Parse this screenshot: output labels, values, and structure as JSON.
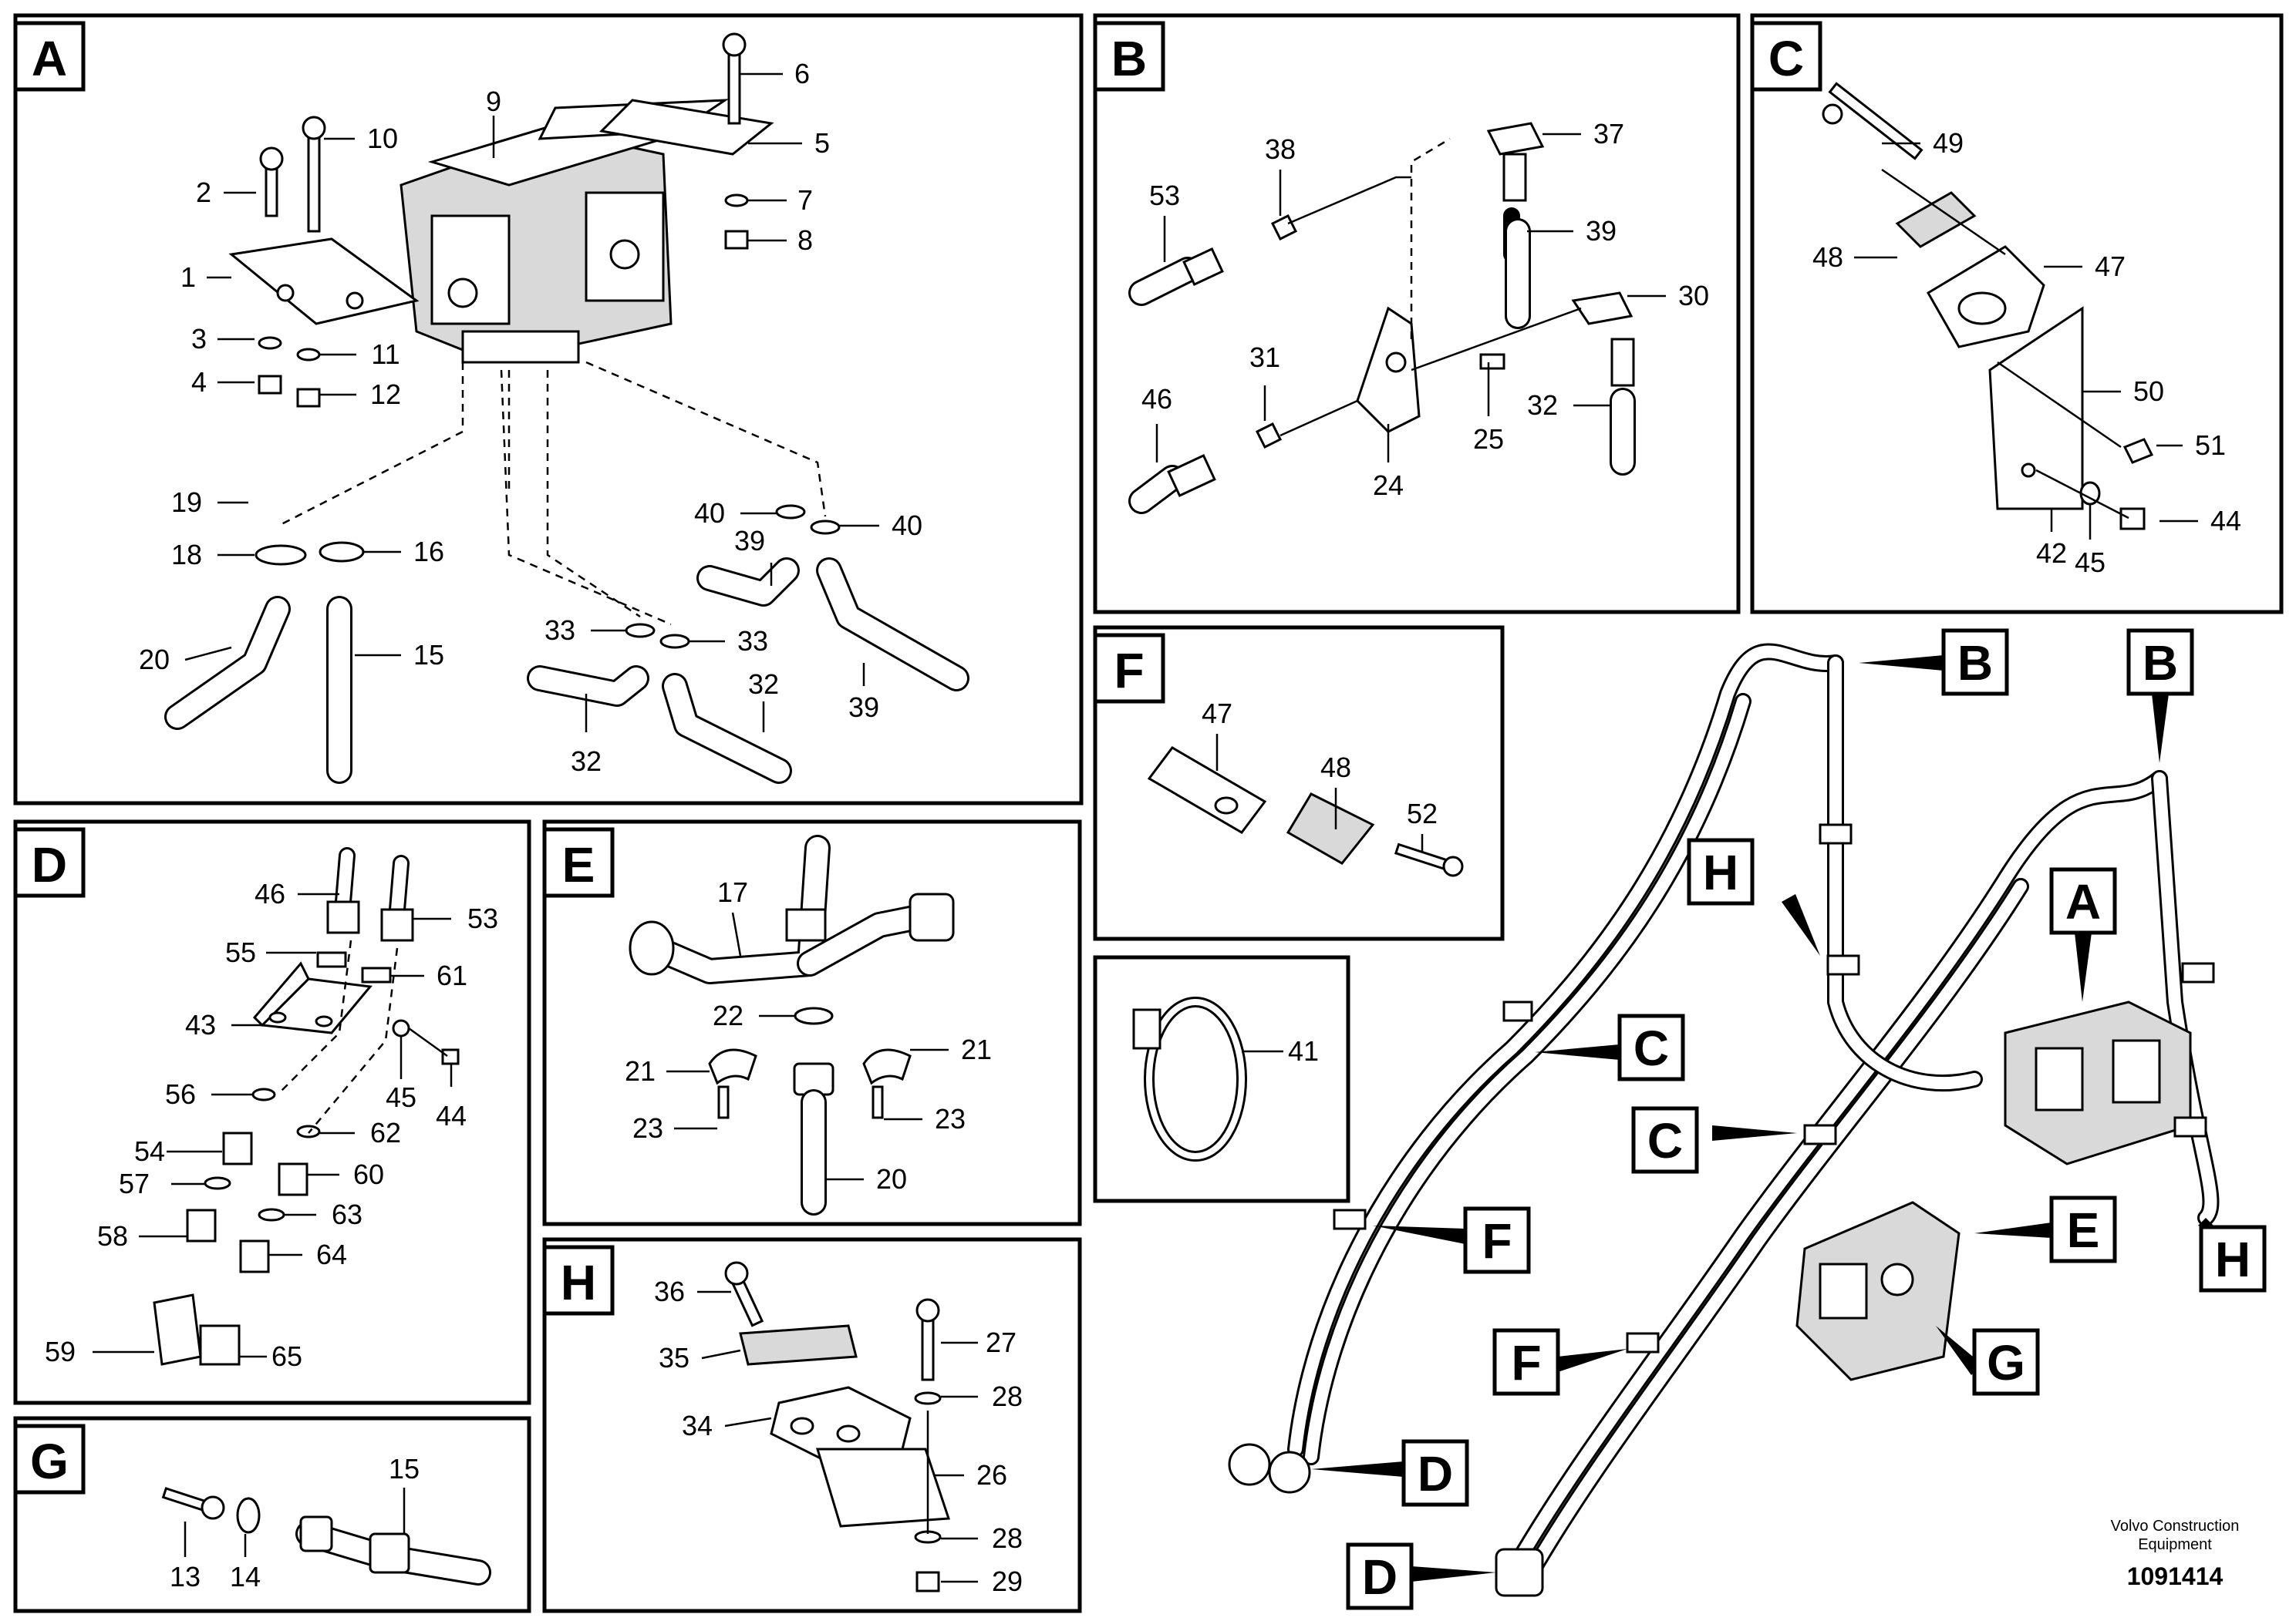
{
  "panels": [
    {
      "id": "A",
      "label": "A"
    },
    {
      "id": "B",
      "label": "B"
    },
    {
      "id": "C",
      "label": "C"
    },
    {
      "id": "D",
      "label": "D"
    },
    {
      "id": "E",
      "label": "E"
    },
    {
      "id": "F",
      "label": "F"
    },
    {
      "id": "G",
      "label": "G"
    },
    {
      "id": "H",
      "label": "H"
    }
  ],
  "callouts": {
    "A": [
      "1",
      "2",
      "3",
      "4",
      "5",
      "6",
      "7",
      "8",
      "9",
      "10",
      "11",
      "12",
      "15",
      "16",
      "18",
      "19",
      "20",
      "32",
      "32",
      "33",
      "33",
      "39",
      "39",
      "40",
      "40"
    ],
    "B": [
      "24",
      "25",
      "30",
      "31",
      "32",
      "37",
      "38",
      "39",
      "46",
      "53"
    ],
    "C": [
      "42",
      "44",
      "45",
      "47",
      "48",
      "49",
      "50",
      "51"
    ],
    "D": [
      "43",
      "44",
      "45",
      "46",
      "53",
      "54",
      "55",
      "56",
      "57",
      "58",
      "59",
      "60",
      "61",
      "62",
      "63",
      "64",
      "65"
    ],
    "E": [
      "17",
      "20",
      "21",
      "21",
      "22",
      "23",
      "23"
    ],
    "F": [
      "47",
      "48",
      "52"
    ],
    "G": [
      "13",
      "14",
      "15"
    ],
    "H": [
      "26",
      "27",
      "28",
      "28",
      "29",
      "34",
      "35",
      "36"
    ],
    "standalone": [
      "41"
    ]
  },
  "overview_markers": [
    "B",
    "B",
    "A",
    "H",
    "H",
    "C",
    "C",
    "E",
    "F",
    "F",
    "G",
    "D",
    "D"
  ],
  "footer": {
    "brand_line1": "Volvo Construction",
    "brand_line2": "Equipment",
    "drawing_number": "1091414"
  }
}
